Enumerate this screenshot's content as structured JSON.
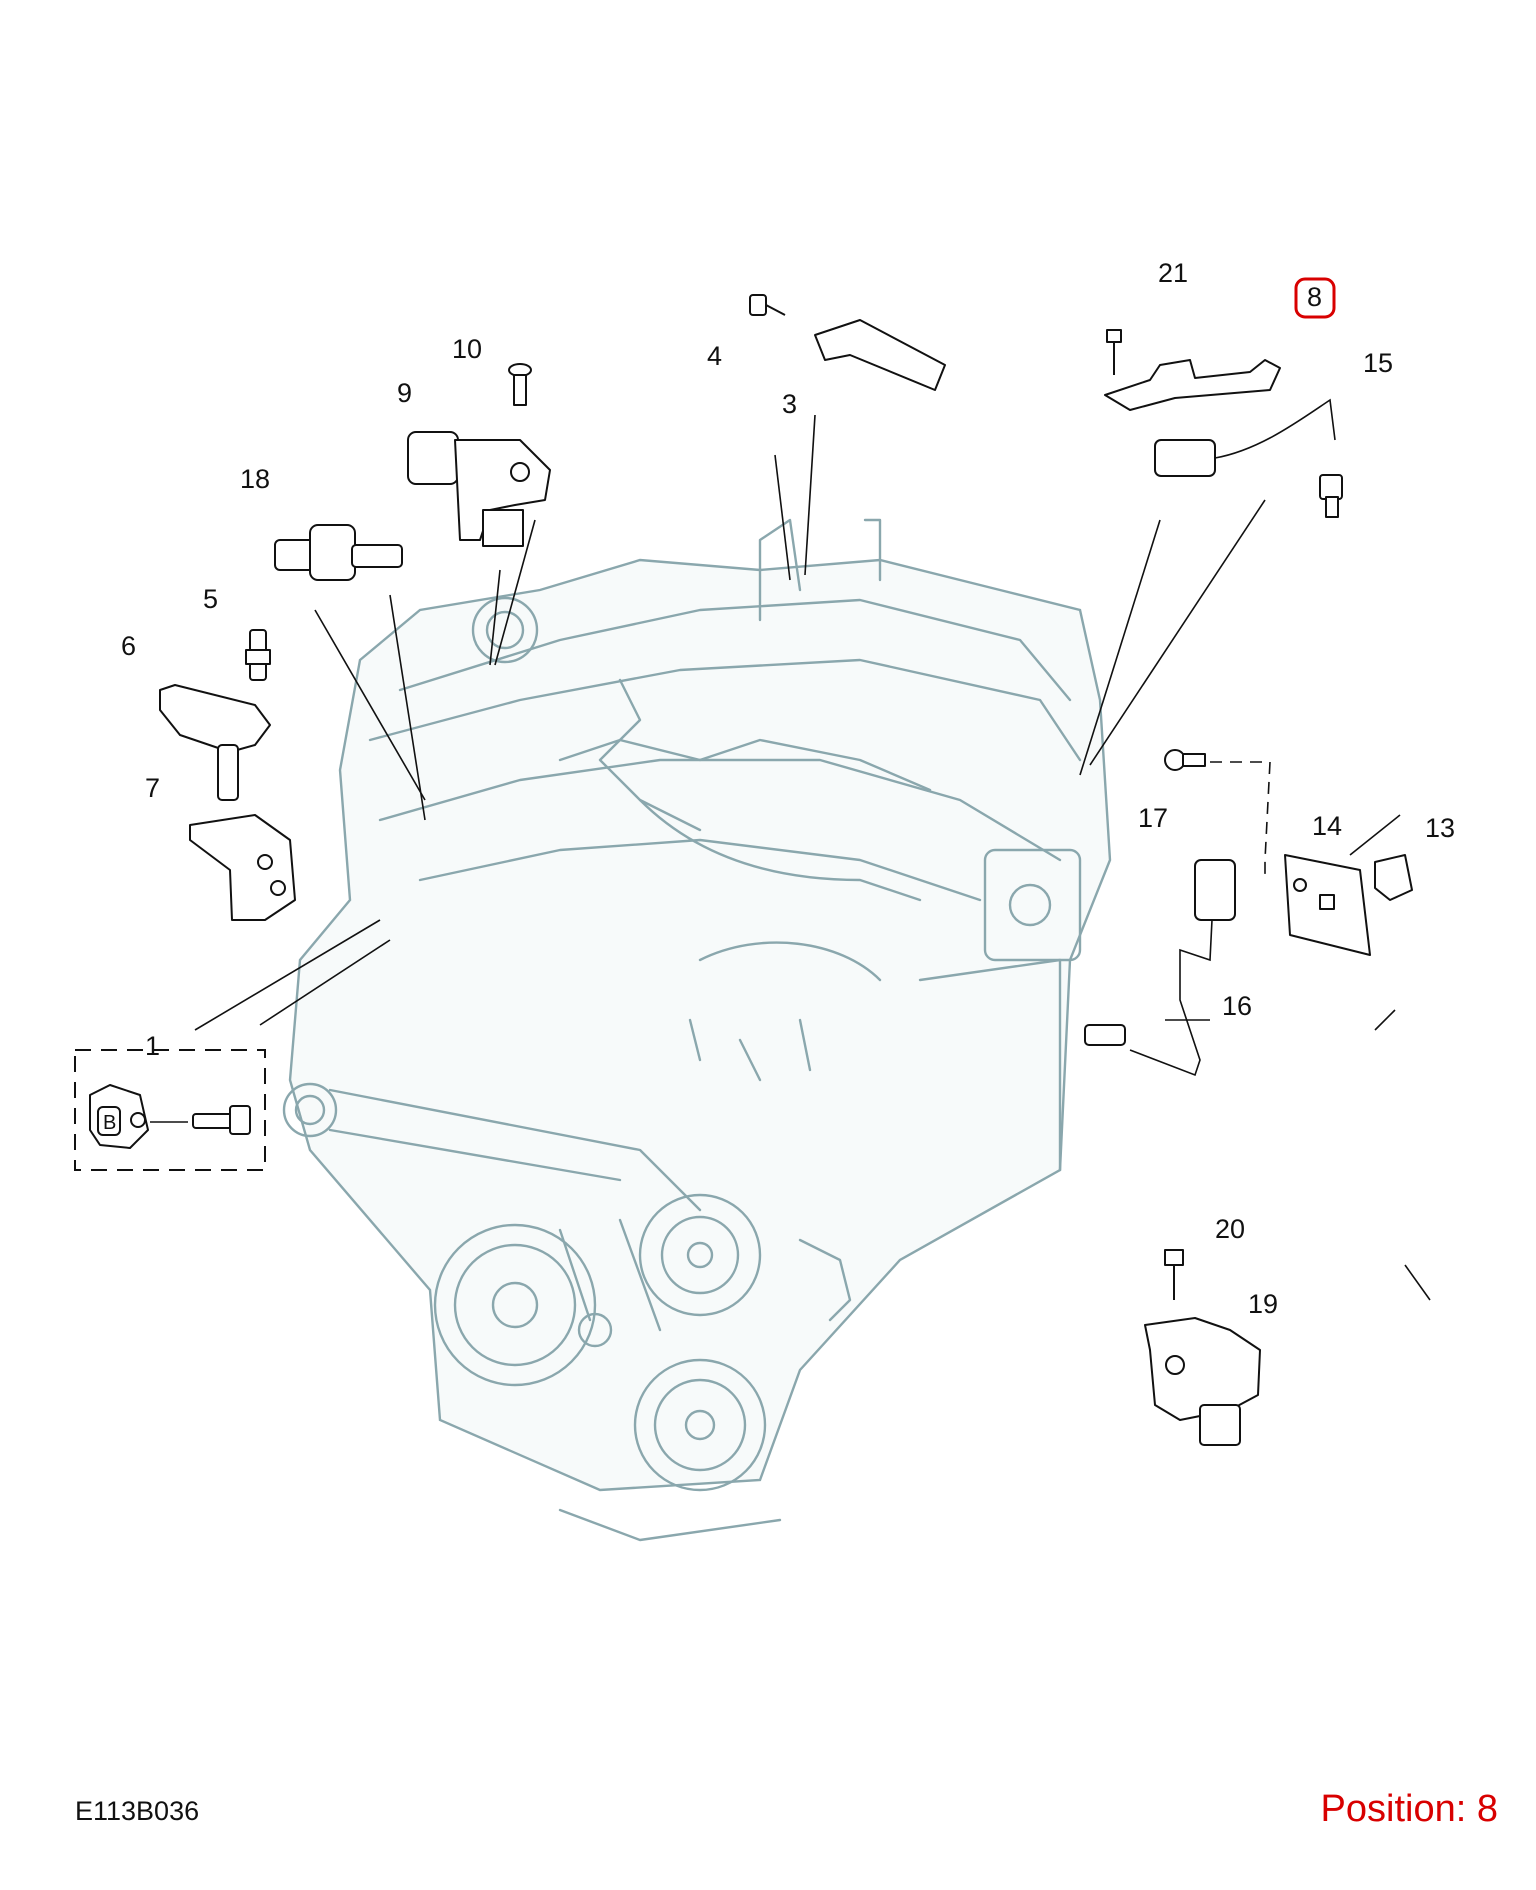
{
  "diagram": {
    "callouts": [
      {
        "id": "1",
        "label": "1"
      },
      {
        "id": "3",
        "label": "3"
      },
      {
        "id": "4",
        "label": "4"
      },
      {
        "id": "5",
        "label": "5"
      },
      {
        "id": "6",
        "label": "6"
      },
      {
        "id": "7",
        "label": "7"
      },
      {
        "id": "8",
        "label": "8",
        "highlighted": true
      },
      {
        "id": "9",
        "label": "9"
      },
      {
        "id": "10",
        "label": "10"
      },
      {
        "id": "13",
        "label": "13"
      },
      {
        "id": "14",
        "label": "14"
      },
      {
        "id": "15",
        "label": "15"
      },
      {
        "id": "16",
        "label": "16"
      },
      {
        "id": "17",
        "label": "17"
      },
      {
        "id": "18",
        "label": "18"
      },
      {
        "id": "19",
        "label": "19"
      },
      {
        "id": "20",
        "label": "20"
      },
      {
        "id": "21",
        "label": "21"
      }
    ],
    "connector_letter": "B",
    "highlight_color": "#d80000",
    "engine_color": "#8aa7ad"
  },
  "footer": {
    "document_code": "E113B036",
    "position_label": "Position: 8"
  }
}
